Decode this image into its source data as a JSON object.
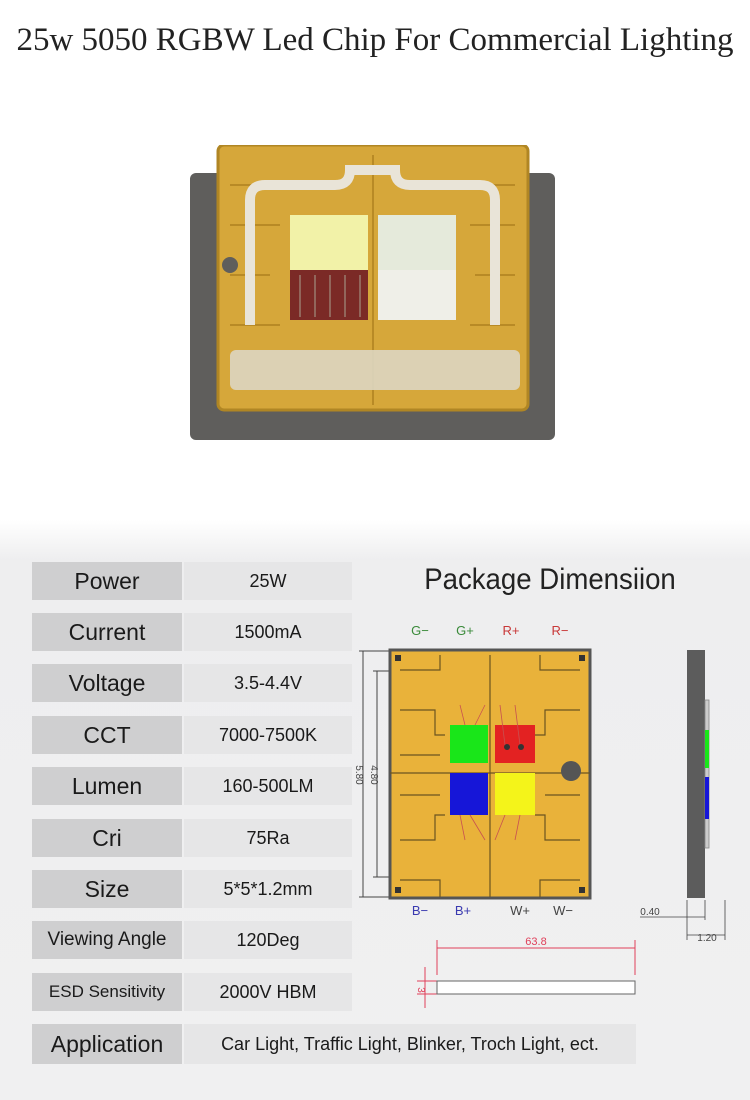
{
  "title": "25w 5050 RGBW Led Chip For Commercial Lighting",
  "specs": [
    {
      "label": "Power",
      "value": "25W"
    },
    {
      "label": "Current",
      "value": "1500mA"
    },
    {
      "label": "Voltage",
      "value": "3.5-4.4V"
    },
    {
      "label": "CCT",
      "value": "7000-7500K"
    },
    {
      "label": "Lumen",
      "value": "160-500LM"
    },
    {
      "label": "Cri",
      "value": "75Ra"
    },
    {
      "label": "Size",
      "value": "5*5*1.2mm"
    },
    {
      "label": "Viewing Angle",
      "value": "120Deg"
    },
    {
      "label": "ESD Sensitivity",
      "value": "2000V HBM"
    }
  ],
  "application": {
    "label": "Application",
    "value": "Car Light, Traffic Light, Blinker, Troch Light, ect."
  },
  "package": {
    "title": "Package Dimensiion",
    "pins_top": [
      "G−",
      "G+",
      "R+",
      "R−"
    ],
    "pins_bottom": [
      "B−",
      "B+",
      "W+",
      "W−"
    ],
    "dim_outer": "5.80",
    "dim_inner": "4.80",
    "dim_side_offset": "0.40",
    "dim_side_thickness": "1.20",
    "dim_strip_length": "63.8",
    "dim_strip_height": "3"
  },
  "colors": {
    "pad": "#e9b23a",
    "green": "#19e619",
    "red": "#e32222",
    "blue": "#1616d8",
    "yellow": "#f4f41a",
    "dimension": "#e0405a"
  }
}
